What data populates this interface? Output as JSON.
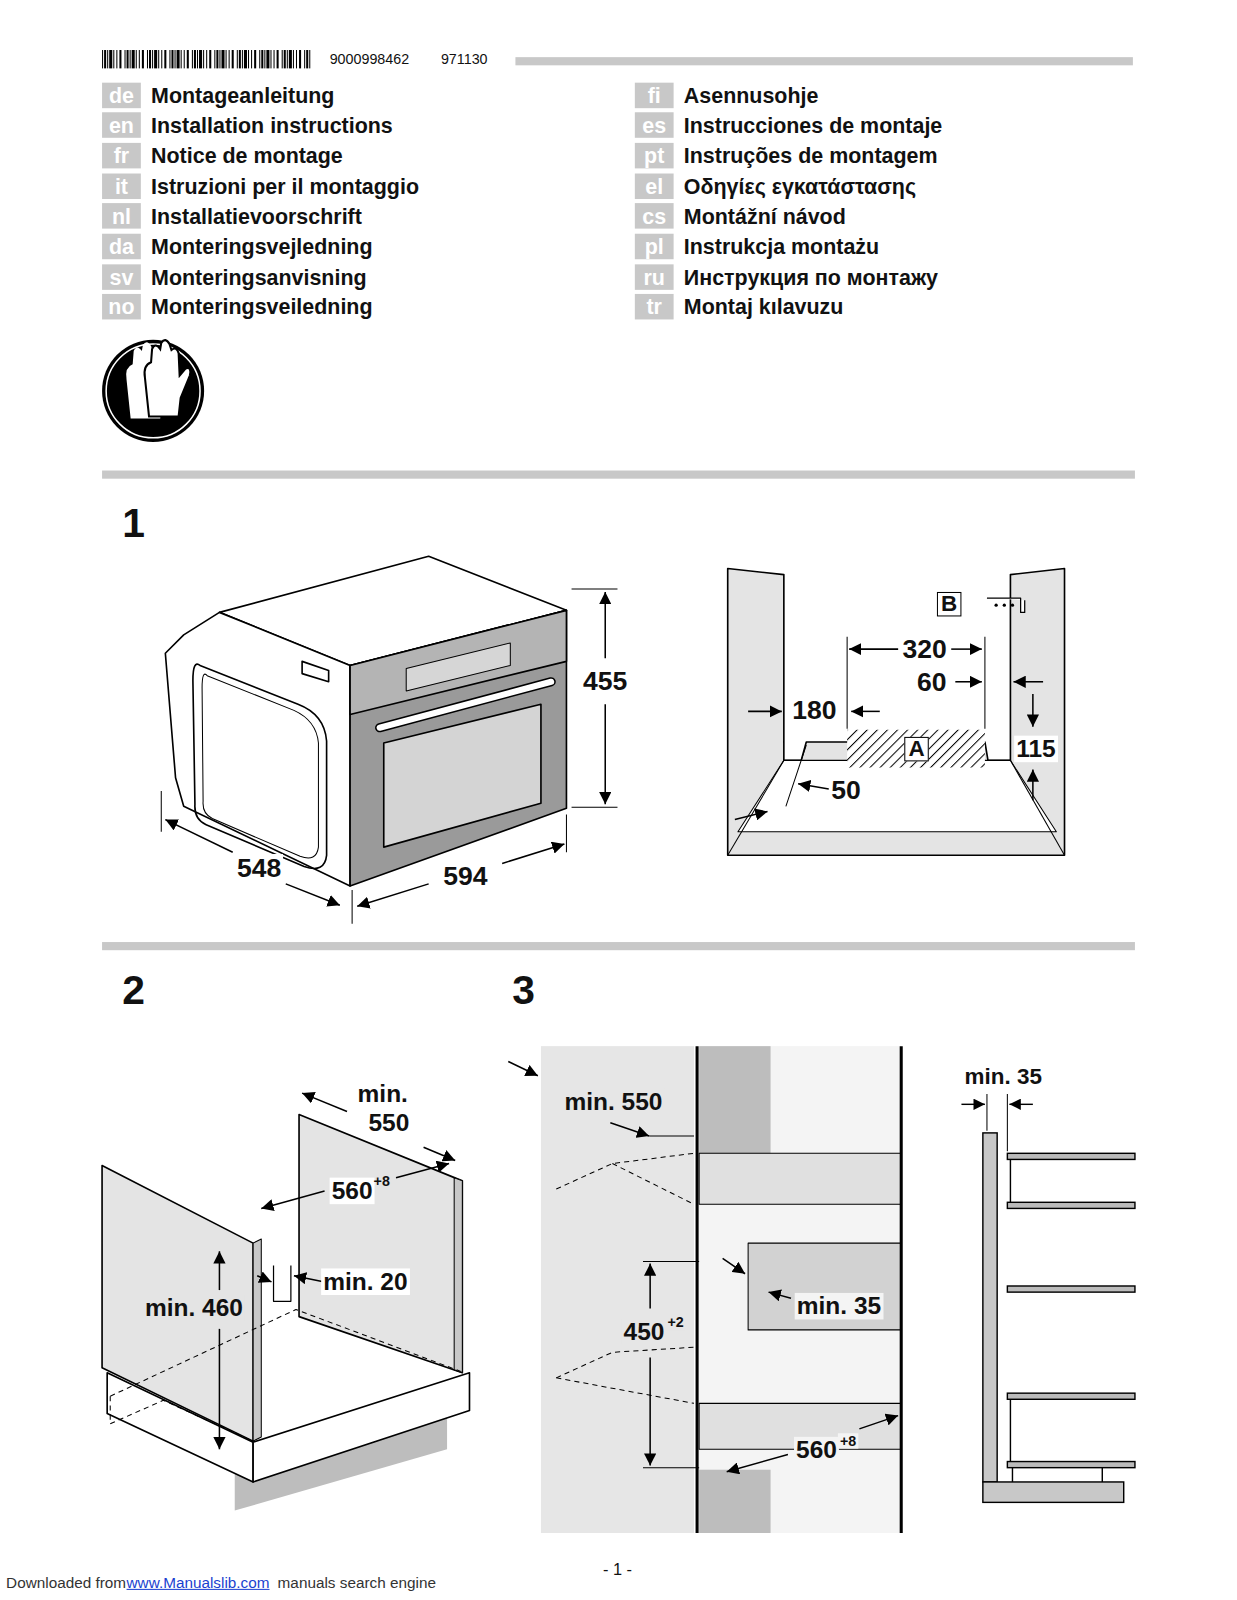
{
  "diagram": {
    "nodes": [
      {
        "text": [
          "de",
          "Montageanleitung"
        ]
      },
      {
        "text": [
          "en",
          "Installation instructions"
        ]
      },
      {
        "text": [
          "fr",
          "Notice de montage"
        ]
      },
      {
        "text": [
          "it",
          "Istruzioni per il montaggio"
        ]
      },
      {
        "text": [
          "nl",
          "Installatievoorschrift"
        ]
      },
      {
        "text": [
          "da",
          "Monteringsvejledning"
        ]
      },
      {
        "text": [
          "sv",
          "Monteringsanvisning"
        ]
      },
      {
        "text": [
          "no",
          "Monteringsveiledning"
        ]
      },
      {
        "text": [
          "fi",
          "Asennusohje"
        ]
      },
      {
        "text": [
          "es",
          "Instrucciones de montaje"
        ]
      },
      {
        "text": [
          "pt",
          "Instruções de montagem"
        ]
      },
      {
        "text": [
          "el",
          "Οδηγίες εγκατάστασης"
        ]
      },
      {
        "text": [
          "cs",
          "Montážní návod"
        ]
      },
      {
        "text": [
          "pl",
          "Instrukcja montażu"
        ]
      },
      {
        "text": [
          "ru",
          "Инструкция по монтажу"
        ]
      },
      {
        "text": [
          "tr",
          "Montaj kılavuzu"
        ]
      },
      {
        "text": [
          "B"
        ]
      },
      {
        "text": [
          "A"
        ]
      }
    ],
    "labels": [
      "9000998462",
      "971130",
      "1",
      "455",
      "548",
      "594",
      "320",
      "60",
      "180",
      "115",
      "50",
      "2",
      "min.",
      "550",
      "560",
      "+8",
      "min. 20",
      "min. 460",
      "3",
      "min. 550",
      "min. 35",
      "450",
      "+2",
      "560",
      "+8",
      "min. 35",
      "- 1 -",
      "Downloaded from",
      "www.Manualslib.com",
      "manuals search engine"
    ]
  }
}
